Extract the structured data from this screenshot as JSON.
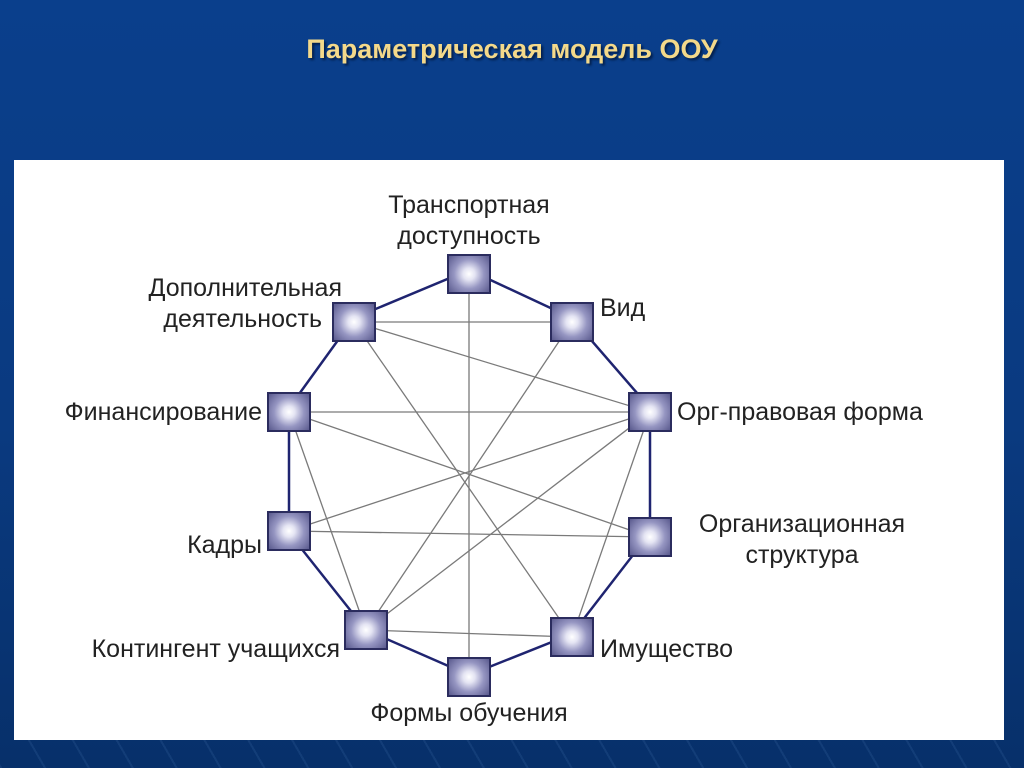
{
  "title": "Параметрическая модель ООУ",
  "colors": {
    "background": "#0a3f8c",
    "title": "#f4d98a",
    "outline": "#1f2470",
    "edges": "#7a7a7a",
    "node_border": "#2b2c5e"
  },
  "nodes": [
    {
      "id": "transport",
      "lines": [
        "Транспортная",
        "доступность"
      ]
    },
    {
      "id": "vid",
      "lines": [
        "Вид"
      ]
    },
    {
      "id": "org_forma",
      "lines": [
        "Орг-правовая форма"
      ]
    },
    {
      "id": "org_struktura",
      "lines": [
        "Организационная",
        "структура"
      ]
    },
    {
      "id": "imushestvo",
      "lines": [
        "Имущество"
      ]
    },
    {
      "id": "formy",
      "lines": [
        "Формы обучения"
      ]
    },
    {
      "id": "kontingent",
      "lines": [
        "Контингент учащихся"
      ]
    },
    {
      "id": "kadry",
      "lines": [
        "Кадры"
      ]
    },
    {
      "id": "finans",
      "lines": [
        "Финансирование"
      ]
    },
    {
      "id": "dop",
      "lines": [
        "Дополнительная",
        "деятельность"
      ]
    }
  ],
  "edges": [
    [
      "transport",
      "formy"
    ],
    [
      "vid",
      "dop"
    ],
    [
      "vid",
      "kontingent"
    ],
    [
      "dop",
      "org_forma"
    ],
    [
      "dop",
      "imushestvo"
    ],
    [
      "finans",
      "org_forma"
    ],
    [
      "finans",
      "org_struktura"
    ],
    [
      "finans",
      "kontingent"
    ],
    [
      "org_forma",
      "kadry"
    ],
    [
      "org_forma",
      "kontingent"
    ],
    [
      "org_forma",
      "imushestvo"
    ],
    [
      "kadry",
      "org_struktura"
    ],
    [
      "kontingent",
      "imushestvo"
    ]
  ]
}
